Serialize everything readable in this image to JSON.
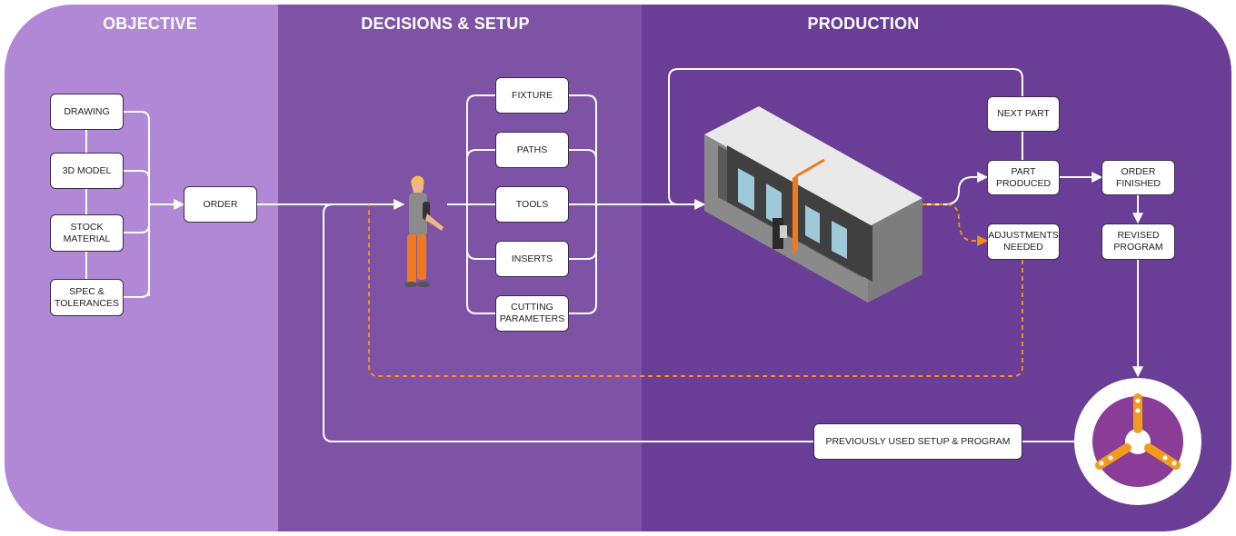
{
  "sections": {
    "objective": "OBJECTIVE",
    "decisions_setup": "DECISIONS & SETUP",
    "production": "PRODUCTION"
  },
  "inputs": {
    "drawing": "DRAWING",
    "model_3d": "3D MODEL",
    "stock_material": "STOCK\nMATERIAL",
    "spec_tolerances": "SPEC &\nTOLERANCES"
  },
  "order": "ORDER",
  "setup": {
    "fixture": "FIXTURE",
    "paths": "PATHS",
    "tools": "TOOLS",
    "inserts": "INSERTS",
    "cutting_parameters": "CUTTING\nPARAMETERS"
  },
  "production": {
    "next_part": "NEXT PART",
    "part_produced": "PART\nPRODUCED",
    "adjustments_needed": "ADJUSTMENTS\nNEEDED",
    "order_finished": "ORDER\nFINISHED",
    "revised_program": "REVISED\nPROGRAM",
    "previously_used": "PREVIOUSLY USED SETUP & PROGRAM"
  },
  "colors": {
    "objective_bg": "#b088d6",
    "decisions_bg": "#7e53a6",
    "production_bg": "#6a3d96",
    "accent_orange": "#f0901e",
    "connector": "#ffffff"
  }
}
